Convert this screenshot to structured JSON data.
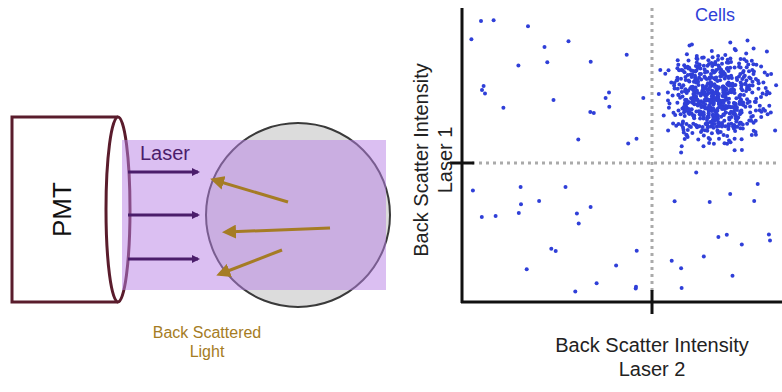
{
  "diagram": {
    "nodes": [
      {
        "text": [
          "PMT"
        ]
      }
    ],
    "labels": [
      "Laser",
      "Back Scattered Light",
      "Cells",
      "Back Scatter Intensity Laser 1",
      "Back Scatter Intensity Laser 2"
    ]
  }
}
